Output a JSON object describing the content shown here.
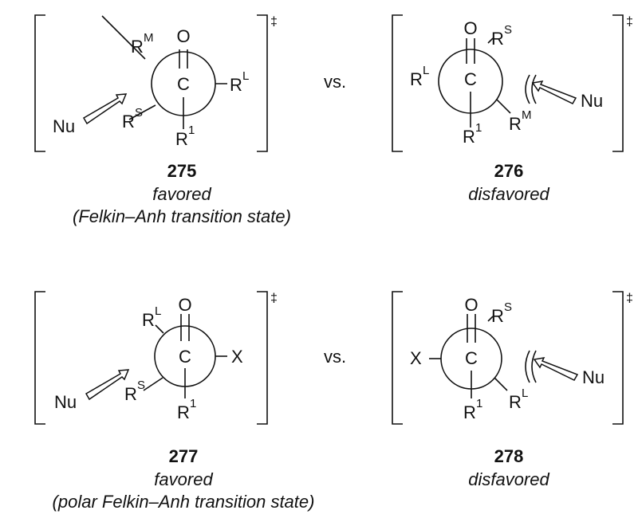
{
  "labels": {
    "O": "O",
    "C": "C",
    "R": "R",
    "X": "X",
    "Nu": "Nu",
    "sup_L": "L",
    "sup_M": "M",
    "sup_S": "S",
    "sup_1": "1",
    "dagger": "‡",
    "vs": "vs."
  },
  "structures": [
    {
      "number": "275",
      "status": "favored",
      "note": "(Felkin–Anh transition state)"
    },
    {
      "number": "276",
      "status": "disfavored"
    },
    {
      "number": "277",
      "status": "favored",
      "note": "(polar Felkin–Anh transition state)"
    },
    {
      "number": "278",
      "status": "disfavored"
    }
  ]
}
